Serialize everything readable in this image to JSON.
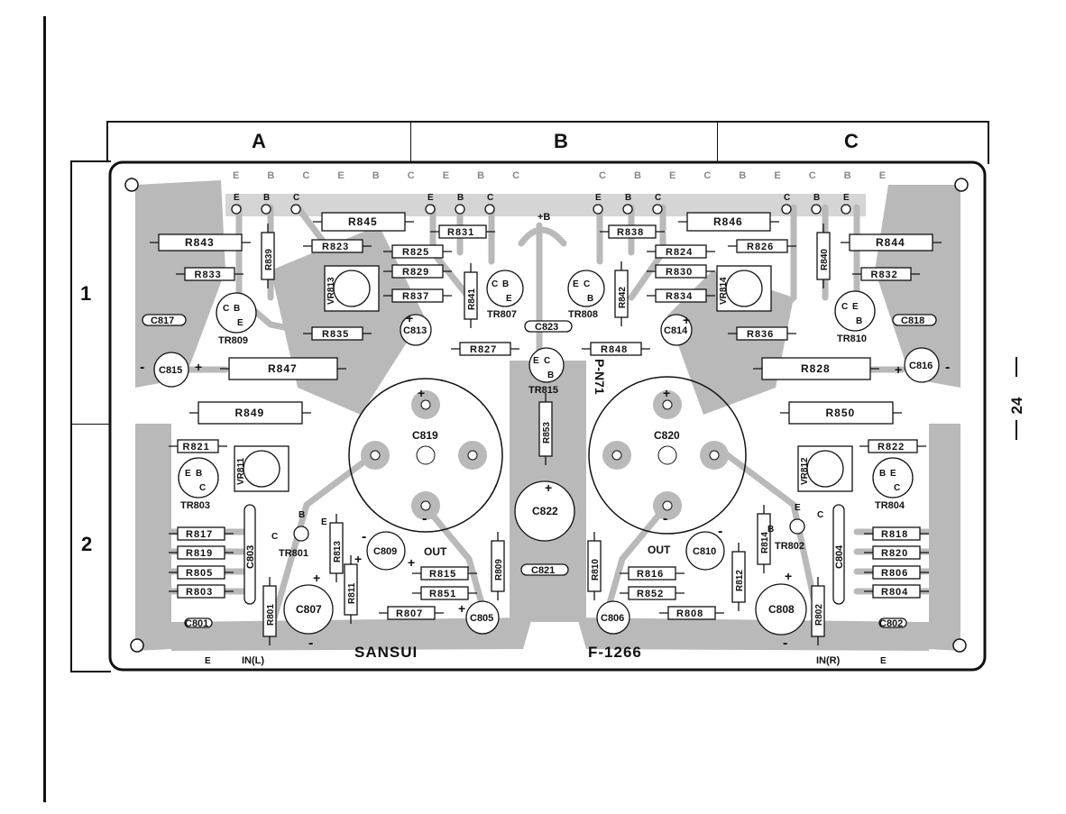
{
  "columns": [
    "A",
    "B",
    "C"
  ],
  "rows": [
    "1",
    "2"
  ],
  "page_number": "24",
  "board": {
    "brand": "SANSUI",
    "model": "F-1266"
  },
  "resistors_h": [
    {
      "label": "R845"
    },
    {
      "label": "R843"
    },
    {
      "label": "R833"
    },
    {
      "label": "R823"
    },
    {
      "label": "R825"
    },
    {
      "label": "R829"
    },
    {
      "label": "R837"
    },
    {
      "label": "R831"
    },
    {
      "label": "R835"
    },
    {
      "label": "R847"
    },
    {
      "label": "R827"
    },
    {
      "label": "R849"
    },
    {
      "label": "R821"
    },
    {
      "label": "R817"
    },
    {
      "label": "R819"
    },
    {
      "label": "R805"
    },
    {
      "label": "R803"
    },
    {
      "label": "R815"
    },
    {
      "label": "R851"
    },
    {
      "label": "R807"
    },
    {
      "label": "R846"
    },
    {
      "label": "R844"
    },
    {
      "label": "R832"
    },
    {
      "label": "R826"
    },
    {
      "label": "R824"
    },
    {
      "label": "R830"
    },
    {
      "label": "R834"
    },
    {
      "label": "R838"
    },
    {
      "label": "R836"
    },
    {
      "label": "R828"
    },
    {
      "label": "R848"
    },
    {
      "label": "R850"
    },
    {
      "label": "R822"
    },
    {
      "label": "R818"
    },
    {
      "label": "R820"
    },
    {
      "label": "R806"
    },
    {
      "label": "R804"
    },
    {
      "label": "R816"
    },
    {
      "label": "R852"
    },
    {
      "label": "R808"
    }
  ],
  "resistors_v": [
    {
      "label": "R839"
    },
    {
      "label": "R841"
    },
    {
      "label": "R842"
    },
    {
      "label": "R840"
    },
    {
      "label": "R853"
    },
    {
      "label": "R813"
    },
    {
      "label": "R811"
    },
    {
      "label": "R801"
    },
    {
      "label": "R809"
    },
    {
      "label": "R810"
    },
    {
      "label": "R812"
    },
    {
      "label": "R814"
    },
    {
      "label": "R802"
    }
  ],
  "caps_pill_h": [
    {
      "label": "C817"
    },
    {
      "label": "C818"
    },
    {
      "label": "C823"
    },
    {
      "label": "C821"
    },
    {
      "label": "C801"
    },
    {
      "label": "C802"
    }
  ],
  "caps_pill_v": [
    {
      "label": "C803"
    },
    {
      "label": "C804"
    }
  ],
  "caps_round": [
    {
      "label": "C815"
    },
    {
      "label": "C816"
    },
    {
      "label": "C813"
    },
    {
      "label": "C814"
    },
    {
      "label": "C809"
    },
    {
      "label": "C810"
    },
    {
      "label": "C807"
    },
    {
      "label": "C808"
    },
    {
      "label": "C805"
    },
    {
      "label": "C806"
    },
    {
      "label": "C822"
    }
  ],
  "caps_big": [
    {
      "label": "C819"
    },
    {
      "label": "C820"
    }
  ],
  "transistors": [
    {
      "label": "TR809",
      "pins": [
        "C",
        "B",
        "E"
      ]
    },
    {
      "label": "TR810",
      "pins": [
        "C",
        "E",
        "B"
      ]
    },
    {
      "label": "TR807",
      "pins": [
        "C",
        "B",
        "E"
      ]
    },
    {
      "label": "TR808",
      "pins": [
        "E",
        "C",
        "B"
      ]
    },
    {
      "label": "TR815",
      "pins": [
        "E",
        "C",
        "B"
      ]
    },
    {
      "label": "TR803",
      "pins": [
        "E",
        "B",
        "C"
      ]
    },
    {
      "label": "TR804",
      "pins": [
        "B",
        "E",
        "C"
      ]
    }
  ],
  "small_transistors": [
    {
      "label": "TR801",
      "pins": [
        "B",
        "C",
        "E"
      ]
    },
    {
      "label": "TR802",
      "pins": [
        "E",
        "B",
        "C"
      ]
    }
  ],
  "trimmers": [
    {
      "label": "VR813"
    },
    {
      "label": "VR814"
    },
    {
      "label": "VR811"
    },
    {
      "label": "VR812"
    }
  ],
  "pin_rows": [
    {
      "pins": [
        "E",
        "B",
        "C"
      ]
    },
    {
      "pins": [
        "E",
        "B",
        "C"
      ]
    },
    {
      "pins": [
        "E",
        "B",
        "C"
      ]
    },
    {
      "pins": [
        "C",
        "B",
        "E"
      ]
    },
    {
      "pins": [
        "C",
        "B",
        "E"
      ]
    },
    {
      "pins": [
        "C",
        "B",
        "E"
      ]
    }
  ],
  "mirror_row_left": "E B C E B C E B C",
  "mirror_row_right": "C B E C B E C B E",
  "plus_signs": [
    "+",
    "+",
    "+",
    "+",
    "+",
    "+",
    "+",
    "+",
    "+",
    "+",
    "+",
    "+"
  ],
  "minus_signs": [
    "-",
    "-",
    "-",
    "-",
    "-",
    "-",
    "-",
    "-"
  ],
  "text_labels": {
    "plus_b": "+B",
    "out_left": "OUT",
    "out_right": "OUT",
    "in_left": "IN(L)",
    "in_right": "IN(R)",
    "e_left": "E",
    "e_right": "E",
    "part_number": "P-N71"
  }
}
